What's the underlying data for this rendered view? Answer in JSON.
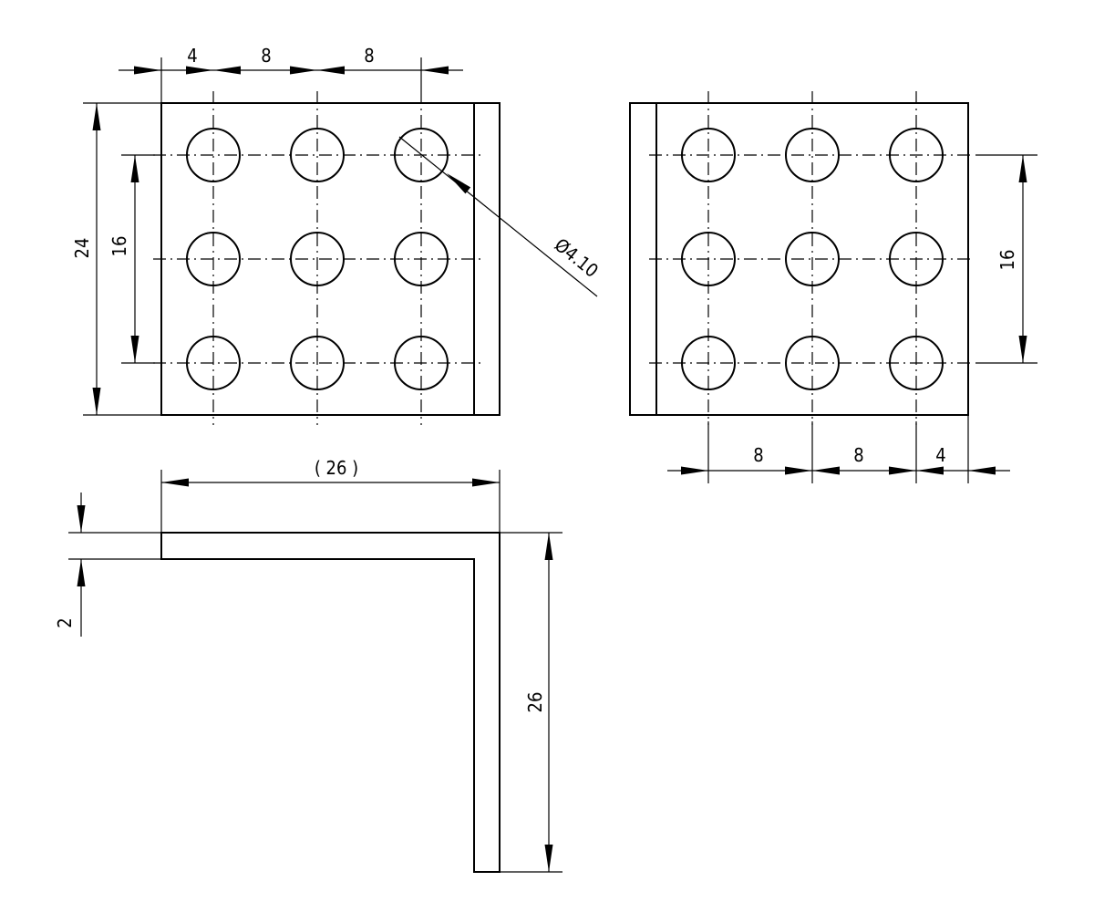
{
  "drawing": {
    "front_view": {
      "dims": {
        "offset_x": "4",
        "pitch_x1": "8",
        "pitch_x2": "8",
        "height": "24",
        "pitch_y": "16",
        "hole_diameter": "Ø4.10"
      }
    },
    "rear_view": {
      "dims": {
        "pitch_y": "16",
        "pitch_x1": "8",
        "pitch_x2": "8",
        "offset_x": "4"
      }
    },
    "side_view": {
      "dims": {
        "length": "( 26 )",
        "thickness": "2",
        "height": "26"
      }
    }
  }
}
